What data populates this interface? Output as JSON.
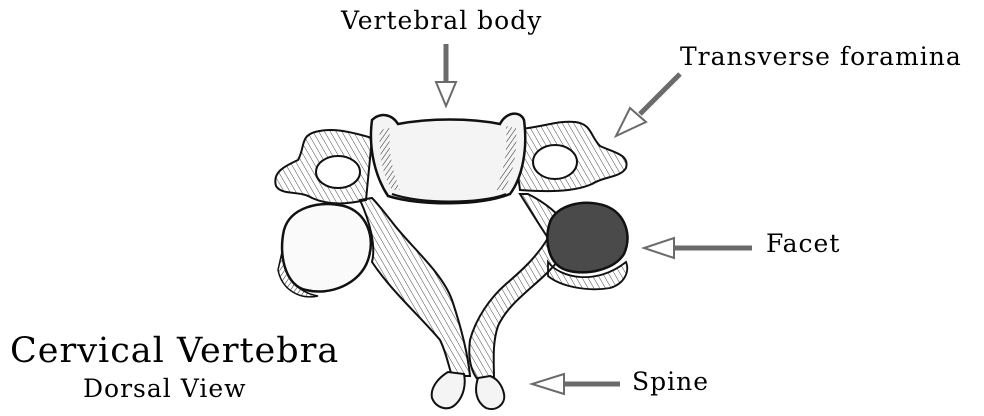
{
  "diagram": {
    "title": "Cervical Vertebra",
    "subtitle": "Dorsal View",
    "labels": {
      "vertebral_body": "Vertebral body",
      "transverse_foramina": "Transverse foramina",
      "facet": "Facet",
      "spine": "Spine"
    },
    "colors": {
      "arrow": "#6b6b6b",
      "ink": "#1a1a1a",
      "facet_fill": "#4a4a4a"
    }
  }
}
